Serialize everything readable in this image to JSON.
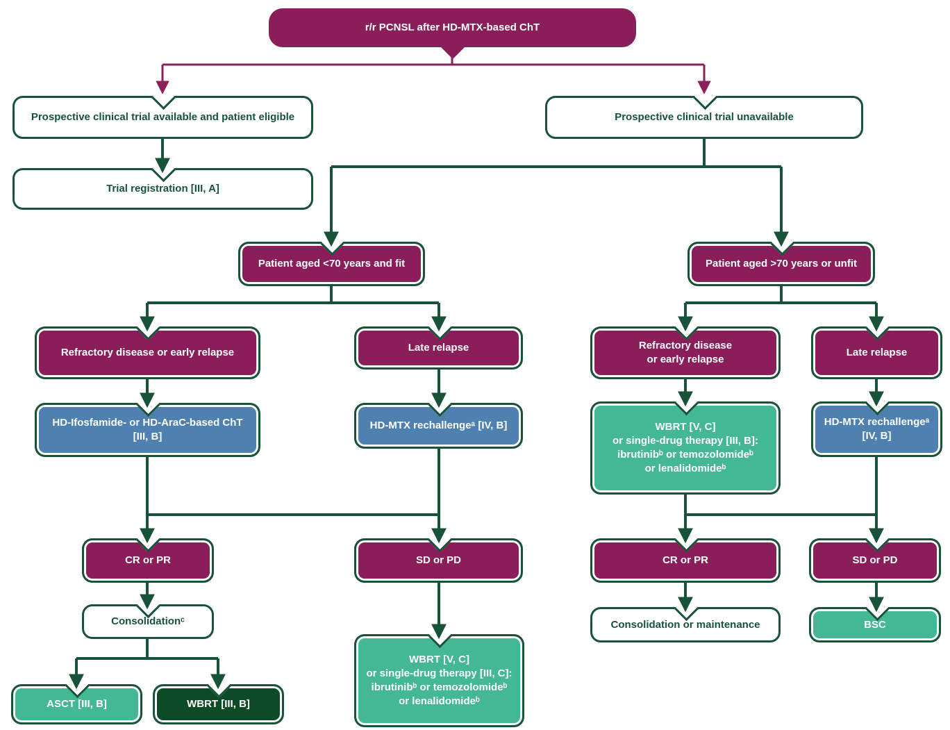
{
  "figure": {
    "type": "clinical-decision-flowchart",
    "topic": "r/r PCNSL treatment algorithm"
  },
  "palette": {
    "magenta": "#8A1E5A",
    "green_line": "#175239",
    "blue_box": "#4E81B0",
    "teal_box": "#44B794",
    "dark_green_box": "#0D4B27",
    "white_box_text": "#175239"
  },
  "nodes": {
    "root": {
      "label": "r/r PCNSL after HD-MTX-based ChT"
    },
    "trial_available": {
      "label": "Prospective clinical trial available and patient eligible"
    },
    "trial_unavailable": {
      "label": "Prospective clinical trial unavailable"
    },
    "trial_registration": {
      "label": "Trial registration [III, A]"
    },
    "aged_under70": {
      "label": "Patient aged <70 years and fit"
    },
    "aged_over70": {
      "label": "Patient aged >70 years or unfit"
    },
    "refractory_left": {
      "label": "Refractory disease or early relapse"
    },
    "late_relapse_mid": {
      "label": "Late relapse"
    },
    "refractory_right": {
      "label": "Refractory disease\nor early relapse"
    },
    "late_relapse_right": {
      "label": "Late relapse"
    },
    "hd_ifos": {
      "label": "HD-Ifosfamide- or HD-AraC-based ChT\n[III, B]"
    },
    "hd_mtx_mid": {
      "label": "HD-MTX rechallengeᵃ [IV, B]"
    },
    "wbrt_single_right": {
      "label": "WBRT [V, C]\nor single-drug therapy [III, B]:\nibrutinibᵇ or temozolomideᵇ\nor lenalidomideᵇ"
    },
    "hd_mtx_right": {
      "label": "HD-MTX rechallengeᵃ\n[IV, B]"
    },
    "cr_pr_left": {
      "label": "CR or PR"
    },
    "sd_pd_mid": {
      "label": "SD or PD"
    },
    "cr_pr_right": {
      "label": "CR or PR"
    },
    "sd_pd_right": {
      "label": "SD or PD"
    },
    "consolidation": {
      "label": "Consolidationᶜ"
    },
    "wbrt_single_mid": {
      "label": "WBRT [V, C]\nor single-drug therapy [III, C]:\nibrutinibᵇ or temozolomideᵇ\nor lenalidomideᵇ"
    },
    "consol_maint": {
      "label": "Consolidation or maintenance"
    },
    "bsc": {
      "label": "BSC"
    },
    "asct": {
      "label": "ASCT [III, B]"
    },
    "wbrt_left": {
      "label": "WBRT [III, B]"
    }
  }
}
